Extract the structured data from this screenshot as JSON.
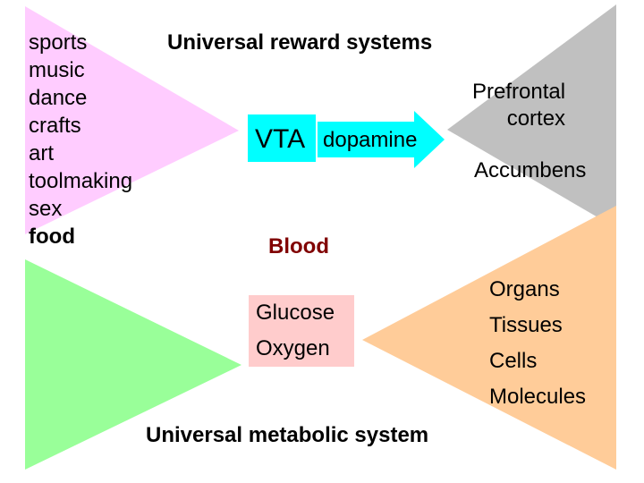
{
  "titles": {
    "reward": "Universal reward systems",
    "metabolic": "Universal metabolic system"
  },
  "activities": [
    "sports",
    "music",
    "dance",
    "crafts",
    "art",
    "toolmaking",
    "sex"
  ],
  "activity_bold": "food",
  "vta": {
    "label": "VTA",
    "transmitter": "dopamine"
  },
  "targets": {
    "prefrontal": [
      "Prefrontal",
      "cortex"
    ],
    "accumbens": "Accumbens"
  },
  "blood": {
    "label": "Blood",
    "nutrients": [
      "Glucose",
      "Oxygen"
    ]
  },
  "levels": [
    "Organs",
    "Tissues",
    "Cells",
    "Molecules"
  ],
  "colors": {
    "pink": "#ffccff",
    "gray": "#c0c0c0",
    "green": "#99ff99",
    "orange": "#ffcc99",
    "cyan": "#00ffff",
    "rose": "#ffcccc",
    "blood": "#800000"
  }
}
